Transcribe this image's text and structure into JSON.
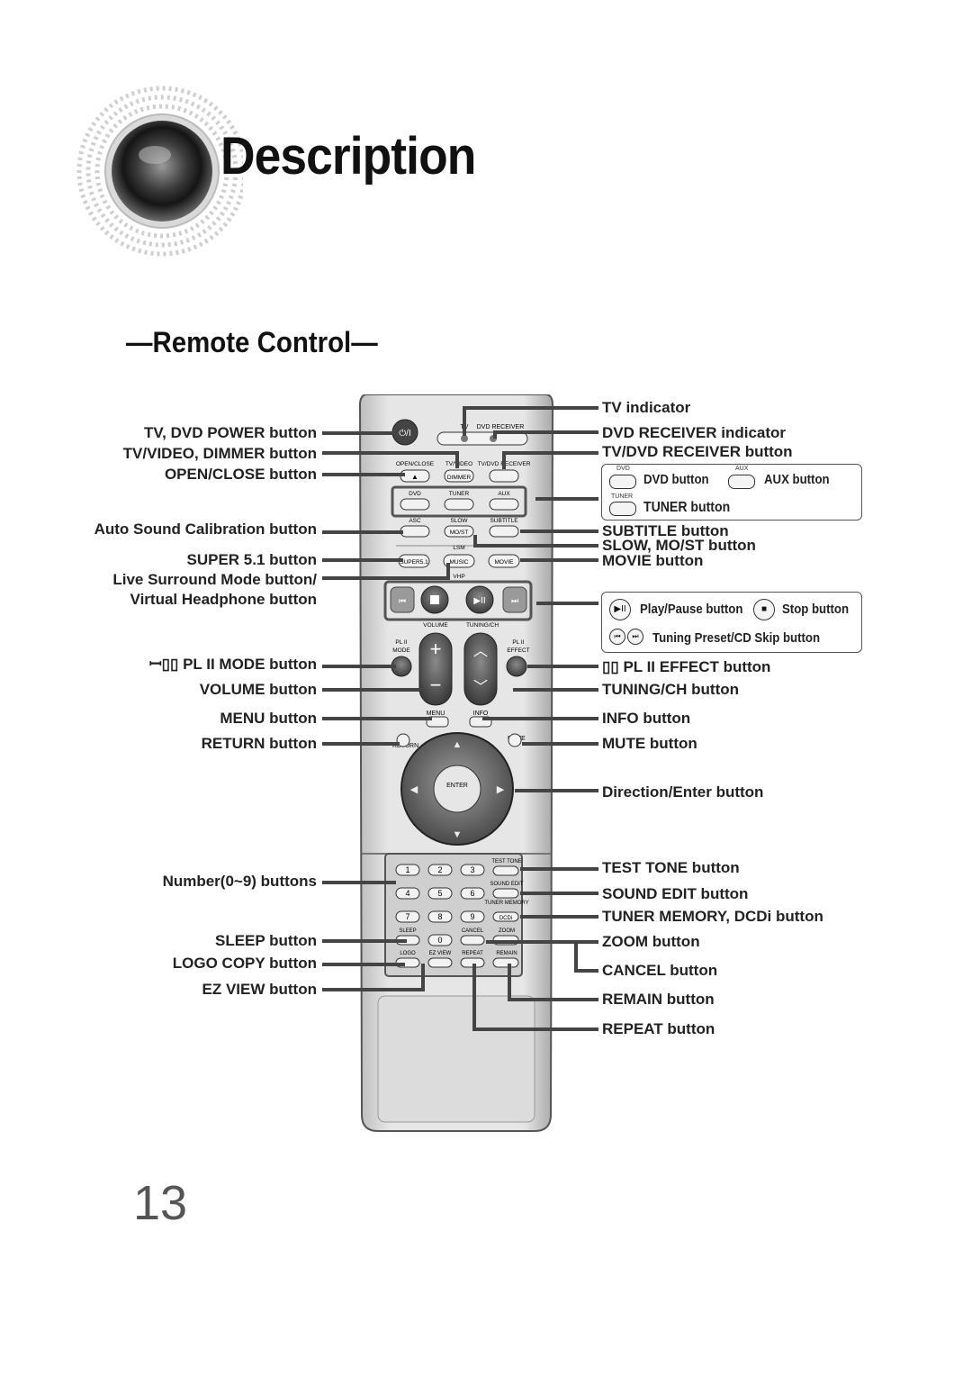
{
  "header": {
    "title": "Description",
    "section": "—Remote Control—"
  },
  "page_number": "13",
  "remote_keys": {
    "tv": "TV",
    "dvd_receiver": "DVD RECEIVER",
    "open_close": "OPEN/CLOSE",
    "tv_video": "TV/VIDEO",
    "tv_dvd_receiver": "TV/DVD RECEIVER",
    "dimmer": "DIMMER",
    "dvd": "DVD",
    "tuner": "TUNER",
    "aux": "AUX",
    "asc": "ASC",
    "slow": "SLOW",
    "subtitle": "SUBTITLE",
    "mo_st": "MO/ST",
    "lsm": "LSM",
    "super51": "SUPER5.1",
    "music": "MUSIC",
    "movie": "MOVIE",
    "vhp": "VHP",
    "volume": "VOLUME",
    "tuning_ch": "TUNING/CH",
    "pl_ii_mode_1": "PL II",
    "pl_ii_mode_2": "MODE",
    "pl_ii_effect_1": "PL II",
    "pl_ii_effect_2": "EFFECT",
    "menu": "MENU",
    "info": "INFO",
    "return": "RETURN",
    "mute": "MUTE",
    "enter": "ENTER",
    "test_tone": "TEST TONE",
    "sound_edit": "SOUND EDIT",
    "tuner_memory": "TUNER MEMORY",
    "dcdi": "DCDi",
    "sleep": "SLEEP",
    "cancel": "CANCEL",
    "zoom": "ZOOM",
    "logo": "LOGO",
    "ez_view": "EZ VIEW",
    "repeat": "REPEAT",
    "remain": "REMAIN",
    "n1": "1",
    "n2": "2",
    "n3": "3",
    "n4": "4",
    "n5": "5",
    "n6": "6",
    "n7": "7",
    "n8": "8",
    "n9": "9",
    "n0": "0"
  },
  "left_labels": {
    "tv_dvd_power": "TV, DVD POWER button",
    "tv_video_dimmer": "TV/VIDEO, DIMMER button",
    "open_close": "OPEN/CLOSE button",
    "asc": "Auto Sound Calibration button",
    "super51": "SUPER 5.1 button",
    "lsm_1": "Live Surround Mode button/",
    "lsm_2": "Virtual Headphone button",
    "pl_ii_mode": "PL II MODE button",
    "volume": "VOLUME button",
    "menu": "MENU button",
    "return": "RETURN button",
    "numbers": "Number(0~9) buttons",
    "sleep": "SLEEP button",
    "logo_copy": "LOGO COPY button",
    "ez_view": "EZ VIEW button"
  },
  "right_labels": {
    "tv_indicator": "TV indicator",
    "dvd_receiver_indicator": "DVD RECEIVER indicator",
    "tv_dvd_receiver": "TV/DVD RECEIVER button",
    "subtitle": "SUBTITLE button",
    "slow_most": "SLOW, MO/ST button",
    "movie": "MOVIE button",
    "pl_ii_effect": "PL II EFFECT button",
    "tuning_ch": "TUNING/CH button",
    "info": "INFO button",
    "mute": "MUTE button",
    "direction_enter": "Direction/Enter button",
    "test_tone": "TEST TONE button",
    "sound_edit": "SOUND EDIT button",
    "tuner_memory": "TUNER MEMORY, DCDi button",
    "zoom": "ZOOM button",
    "cancel": "CANCEL button",
    "remain": "REMAIN button",
    "repeat": "REPEAT button"
  },
  "legend_source": {
    "dvd_button": "DVD button",
    "aux_button": "AUX button",
    "tuner_button": "TUNER button",
    "dvd_cap": "DVD",
    "aux_cap": "AUX",
    "tuner_cap": "TUNER"
  },
  "legend_playback": {
    "play_pause": "Play/Pause button",
    "stop": "Stop button",
    "tuning_preset": "Tuning Preset/CD Skip button"
  }
}
